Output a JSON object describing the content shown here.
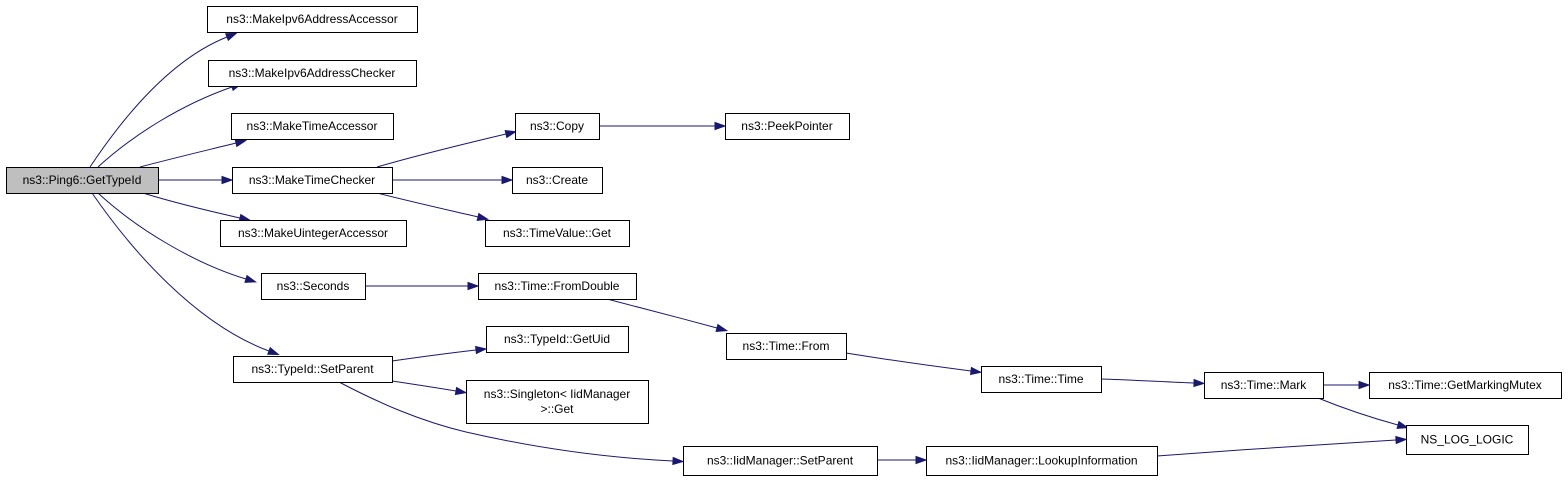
{
  "colors": {
    "edge": "#191970",
    "root_fill": "#bfbfbf",
    "node_fill": "#ffffff",
    "node_border": "#000000"
  },
  "nodes": [
    {
      "id": "n0",
      "label": [
        "ns3::Ping6::GetTypeId"
      ],
      "root": true
    },
    {
      "id": "n1",
      "label": [
        "ns3::MakeIpv6AddressAccessor"
      ]
    },
    {
      "id": "n2",
      "label": [
        "ns3::MakeIpv6AddressChecker"
      ]
    },
    {
      "id": "n3",
      "label": [
        "ns3::MakeTimeAccessor"
      ]
    },
    {
      "id": "n4",
      "label": [
        "ns3::MakeTimeChecker"
      ]
    },
    {
      "id": "n5",
      "label": [
        "ns3::MakeUintegerAccessor"
      ]
    },
    {
      "id": "n6",
      "label": [
        "ns3::Seconds"
      ]
    },
    {
      "id": "n7",
      "label": [
        "ns3::TypeId::SetParent"
      ]
    },
    {
      "id": "n8",
      "label": [
        "ns3::Copy"
      ]
    },
    {
      "id": "n9",
      "label": [
        "ns3::PeekPointer"
      ]
    },
    {
      "id": "n10",
      "label": [
        "ns3::Create"
      ]
    },
    {
      "id": "n11",
      "label": [
        "ns3::TimeValue::Get"
      ]
    },
    {
      "id": "n12",
      "label": [
        "ns3::Time::FromDouble"
      ]
    },
    {
      "id": "n13",
      "label": [
        "ns3::Time::From"
      ]
    },
    {
      "id": "n14",
      "label": [
        "ns3::Time::Time"
      ]
    },
    {
      "id": "n15",
      "label": [
        "ns3::Time::Mark"
      ]
    },
    {
      "id": "n16",
      "label": [
        "ns3::Time::GetMarkingMutex"
      ]
    },
    {
      "id": "n17",
      "label": [
        "NS_LOG_LOGIC"
      ]
    },
    {
      "id": "n18",
      "label": [
        "ns3::TypeId::GetUid"
      ]
    },
    {
      "id": "n19",
      "label": [
        "ns3::Singleton< IidManager",
        ">::Get"
      ]
    },
    {
      "id": "n20",
      "label": [
        "ns3::IidManager::SetParent"
      ]
    },
    {
      "id": "n21",
      "label": [
        "ns3::IidManager::LookupInformation"
      ]
    }
  ],
  "edges": [
    {
      "from": "n0",
      "to": "n1"
    },
    {
      "from": "n0",
      "to": "n2"
    },
    {
      "from": "n0",
      "to": "n3"
    },
    {
      "from": "n0",
      "to": "n4"
    },
    {
      "from": "n0",
      "to": "n5"
    },
    {
      "from": "n0",
      "to": "n6"
    },
    {
      "from": "n0",
      "to": "n7"
    },
    {
      "from": "n4",
      "to": "n8"
    },
    {
      "from": "n4",
      "to": "n10"
    },
    {
      "from": "n4",
      "to": "n11"
    },
    {
      "from": "n8",
      "to": "n9"
    },
    {
      "from": "n6",
      "to": "n12"
    },
    {
      "from": "n12",
      "to": "n13"
    },
    {
      "from": "n13",
      "to": "n14"
    },
    {
      "from": "n14",
      "to": "n15"
    },
    {
      "from": "n15",
      "to": "n16"
    },
    {
      "from": "n15",
      "to": "n17"
    },
    {
      "from": "n7",
      "to": "n18"
    },
    {
      "from": "n7",
      "to": "n19"
    },
    {
      "from": "n7",
      "to": "n20"
    },
    {
      "from": "n20",
      "to": "n21"
    },
    {
      "from": "n21",
      "to": "n17"
    }
  ]
}
